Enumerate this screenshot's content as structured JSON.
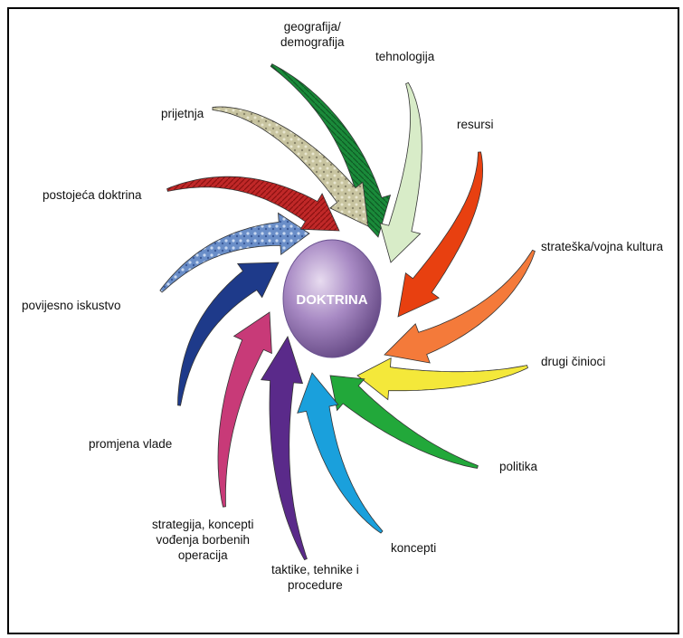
{
  "center": {
    "label": "DOKTRINA"
  },
  "factors": [
    {
      "key": "geografija",
      "lines": [
        "geografija/",
        "demografija"
      ],
      "color": "#1a8a3a"
    },
    {
      "key": "tehnologija",
      "lines": [
        "tehnologija"
      ],
      "color": "#d8ecc8"
    },
    {
      "key": "resursi",
      "lines": [
        "resursi"
      ],
      "color": "#e84010"
    },
    {
      "key": "strateska",
      "lines": [
        "strateška/vojna kultura"
      ],
      "color": "#f47a3a"
    },
    {
      "key": "drugi",
      "lines": [
        "drugi činioci"
      ],
      "color": "#f4e83a"
    },
    {
      "key": "politika",
      "lines": [
        "politika"
      ],
      "color": "#22a83a"
    },
    {
      "key": "koncepti",
      "lines": [
        "koncepti"
      ],
      "color": "#1aa0dc"
    },
    {
      "key": "taktike",
      "lines": [
        "taktike, tehnike i",
        "procedure"
      ],
      "color": "#5a2a8a"
    },
    {
      "key": "strategija",
      "lines": [
        "strategija, koncepti",
        "vođenja borbenih",
        "operacija"
      ],
      "color": "#c83a78"
    },
    {
      "key": "promjena",
      "lines": [
        "promjena vlade"
      ],
      "color": "#1e3a8a"
    },
    {
      "key": "povijesno",
      "lines": [
        "povijesno iskustvo"
      ],
      "color": "#5a80c0"
    },
    {
      "key": "postojeca",
      "lines": [
        "postojeća doktrina"
      ],
      "color": "#c02828"
    },
    {
      "key": "prijetnja",
      "lines": [
        "prijetnja"
      ],
      "color": "#c8c4a0"
    }
  ]
}
